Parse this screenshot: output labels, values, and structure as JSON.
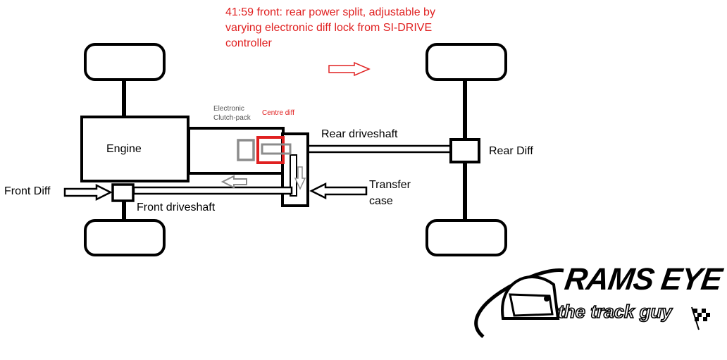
{
  "caption": {
    "line1": "41:59 front: rear power split, adjustable by",
    "line2": "varying electronic diff lock from SI-DRIVE",
    "line3": "controller",
    "color": "#e02020"
  },
  "labels": {
    "engine": "Engine",
    "electronic_clutch_pack_line1": "Electronic",
    "electronic_clutch_pack_line2": "Clutch-pack",
    "centre_diff": "Centre diff",
    "rear_driveshaft": "Rear driveshaft",
    "rear_diff": "Rear Diff",
    "front_diff": "Front Diff",
    "front_driveshaft": "Front driveshaft",
    "transfer_case_line1": "Transfer",
    "transfer_case_line2": "case"
  },
  "logo": {
    "title": "RAMS EYE",
    "subtitle": "the track guy",
    "icons": [
      "helmet-icon",
      "checkered-flag-icon"
    ]
  },
  "colors": {
    "outline": "#000000",
    "accent_red": "#e02020",
    "clutch_grey": "#8c8c8c"
  }
}
